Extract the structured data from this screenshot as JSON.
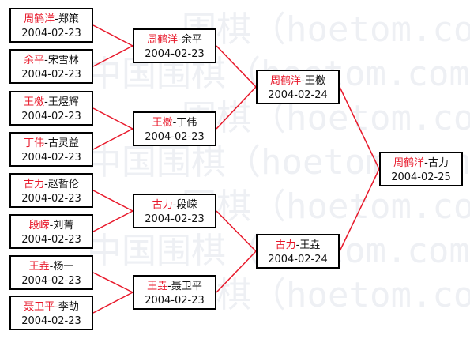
{
  "watermark": {
    "rows": [
      "围棋（hoetom.com",
      "中国围棋（hoetom.com",
      "围棋（hoetom.com",
      "中国围棋（hoetom.com",
      "围棋（hoetom.com",
      "中国围棋（hoetom.com",
      "围棋（hoetom.com"
    ],
    "color": "#eef0f4"
  },
  "colors": {
    "winner": "#e8182a",
    "line": "#e8182a",
    "border": "#000000"
  },
  "matches": {
    "r1": [
      {
        "winner": "周鹤洋",
        "rest": "-郑策",
        "date": "2004-02-23"
      },
      {
        "winner": "余平",
        "rest": "-宋雪林",
        "date": "2004-02-23"
      },
      {
        "winner": "王檄",
        "rest": "-王煜辉",
        "date": "2004-02-23"
      },
      {
        "winner": "丁伟",
        "rest": "-古灵益",
        "date": "2004-02-23"
      },
      {
        "winner": "古力",
        "rest": "-赵哲伦",
        "date": "2004-02-23"
      },
      {
        "winner": "段嵘",
        "rest": "-刘菁",
        "date": "2004-02-23"
      },
      {
        "winner": "王垚",
        "rest": "-杨一",
        "date": "2004-02-23"
      },
      {
        "winner": "聂卫平",
        "rest": "-李劼",
        "date": "2004-02-23"
      }
    ],
    "r2": [
      {
        "winner": "周鹤洋",
        "rest": "-余平",
        "date": "2004-02-23"
      },
      {
        "winner": "王檄",
        "rest": "-丁伟",
        "date": "2004-02-23"
      },
      {
        "winner": "古力",
        "rest": "-段嵘",
        "date": "2004-02-23"
      },
      {
        "winner": "王垚",
        "rest": "-聂卫平",
        "date": "2004-02-23"
      }
    ],
    "r3": [
      {
        "winner": "周鹤洋",
        "rest": "-王檄",
        "date": "2004-02-24"
      },
      {
        "winner": "古力",
        "rest": "-王垚",
        "date": "2004-02-24"
      }
    ],
    "final": [
      {
        "winner": "周鹤洋",
        "rest": "-古力",
        "date": "2004-02-25"
      }
    ]
  }
}
